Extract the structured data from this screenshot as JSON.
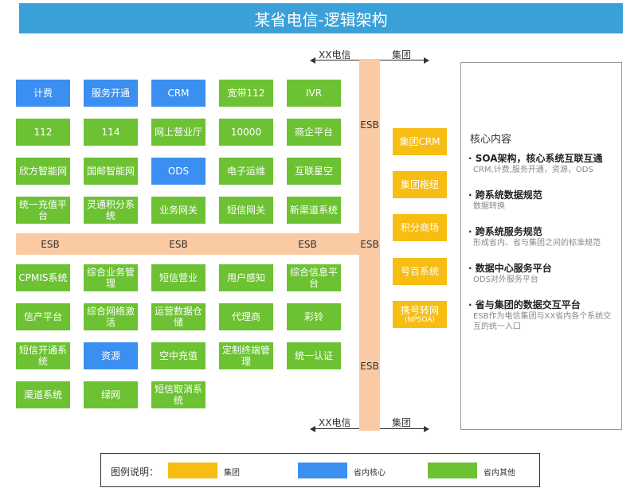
{
  "title": "某省电信-逻辑架构",
  "colors": {
    "blue": "#3b8ff0",
    "green": "#6cc232",
    "yellow": "#f7bd12",
    "esb": "#f9caa3",
    "title_bg": "#3aa0d8"
  },
  "top_arrows": {
    "left": "XX电信",
    "right": "集团"
  },
  "bottom_arrows": {
    "left": "XX电信",
    "right": "集团"
  },
  "esb": {
    "v_top": "ESB",
    "v_mid": "ESB",
    "v_bottom": "ESB",
    "h1": "ESB",
    "h2": "ESB",
    "h3": "ESB"
  },
  "upper_rows": [
    [
      {
        "t": "计费",
        "c": "blue"
      },
      {
        "t": "服务开通",
        "c": "blue"
      },
      {
        "t": "CRM",
        "c": "blue"
      },
      {
        "t": "宽带112",
        "c": "green"
      },
      {
        "t": "IVR",
        "c": "green"
      }
    ],
    [
      {
        "t": "112",
        "c": "green"
      },
      {
        "t": "114",
        "c": "green"
      },
      {
        "t": "网上营业厅",
        "c": "green"
      },
      {
        "t": "10000",
        "c": "green"
      },
      {
        "t": "商企平台",
        "c": "green"
      }
    ],
    [
      {
        "t": "欣方智能网",
        "c": "green"
      },
      {
        "t": "国邮智能网",
        "c": "green"
      },
      {
        "t": "ODS",
        "c": "blue"
      },
      {
        "t": "电子运维",
        "c": "green"
      },
      {
        "t": "互联星空",
        "c": "green"
      }
    ],
    [
      {
        "t": "统一充值平台",
        "c": "green"
      },
      {
        "t": "灵通积分系统",
        "c": "green"
      },
      {
        "t": "业务网关",
        "c": "green"
      },
      {
        "t": "短信网关",
        "c": "green"
      },
      {
        "t": "新渠道系统",
        "c": "green"
      }
    ]
  ],
  "lower_rows": [
    [
      {
        "t": "CPMIS系统",
        "c": "green"
      },
      {
        "t": "综合业务管理",
        "c": "green"
      },
      {
        "t": "短信营业",
        "c": "green"
      },
      {
        "t": "用户感知",
        "c": "green"
      },
      {
        "t": "综合信息平台",
        "c": "green"
      }
    ],
    [
      {
        "t": "信产平台",
        "c": "green"
      },
      {
        "t": "综合网络激活",
        "c": "green"
      },
      {
        "t": "运营数据仓储",
        "c": "green"
      },
      {
        "t": "代理商",
        "c": "green"
      },
      {
        "t": "彩铃",
        "c": "green"
      }
    ],
    [
      {
        "t": "短信开通系统",
        "c": "green"
      },
      {
        "t": "资源",
        "c": "blue"
      },
      {
        "t": "空中充值",
        "c": "green"
      },
      {
        "t": "定制终端管理",
        "c": "green"
      },
      {
        "t": "统一认证",
        "c": "green"
      }
    ],
    [
      {
        "t": "渠道系统",
        "c": "green"
      },
      {
        "t": "绿网",
        "c": "green"
      },
      {
        "t": "短信取消系统",
        "c": "green"
      }
    ]
  ],
  "group_boxes": [
    {
      "t": "集团CRM",
      "sub": ""
    },
    {
      "t": "集团枢纽",
      "sub": ""
    },
    {
      "t": "积分商场",
      "sub": ""
    },
    {
      "t": "号百系统",
      "sub": ""
    },
    {
      "t": "携号转网",
      "sub": "(NPSOA)"
    }
  ],
  "panel": {
    "title": "核心内容",
    "items": [
      {
        "head": "· SOA架构，核心系统互联互通",
        "desc": "CRM,计费,服务开通，资源，ODS"
      },
      {
        "head": "· 跨系统数据规范",
        "desc": "数据转换"
      },
      {
        "head": "· 跨系统服务规范",
        "desc": "形成省内、省与集团之间的标准规范"
      },
      {
        "head": "· 数据中心服务平台",
        "desc": "ODS对外服务平台"
      },
      {
        "head": "· 省与集团的数据交互平台",
        "desc": "ESB作为电信集团与XX省内各个系统交互的统一入口"
      }
    ]
  },
  "legend": {
    "title": "图例说明：",
    "items": [
      {
        "t": "集团",
        "c": "yellow"
      },
      {
        "t": "省内核心",
        "c": "blue"
      },
      {
        "t": "省内其他",
        "c": "green"
      }
    ]
  }
}
